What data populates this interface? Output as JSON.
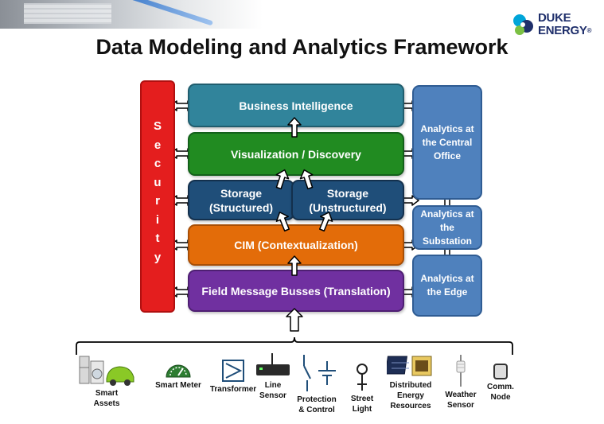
{
  "header": {
    "title": "Data Modeling and Analytics Framework",
    "logo_line1": "DUKE",
    "logo_line2": "ENERGY",
    "logo_mark": "®"
  },
  "security": {
    "letters": [
      "S",
      "e",
      "c",
      "u",
      "r",
      "i",
      "t",
      "y"
    ]
  },
  "layers": {
    "business_intelligence": "Business Intelligence",
    "visualization": "Visualization / Discovery",
    "storage_structured_l1": "Storage",
    "storage_structured_l2": "(Structured)",
    "storage_unstructured_l1": "Storage",
    "storage_unstructured_l2": "(Unstructured)",
    "cim": "CIM (Contextualization)",
    "field_message_busses": "Field Message Busses (Translation)"
  },
  "analytics": {
    "central": [
      "Analytics at",
      "the Central",
      "Office"
    ],
    "substation": [
      "Analytics at",
      "the",
      "Substation"
    ],
    "edge": [
      "Analytics at",
      "the Edge"
    ]
  },
  "devices": [
    {
      "icon": "smart-assets-icon",
      "lines": [
        "Smart",
        "Assets"
      ]
    },
    {
      "icon": "smart-meter-icon",
      "lines": [
        "Smart Meter"
      ]
    },
    {
      "icon": "transformer-icon",
      "lines": [
        "Transformer"
      ]
    },
    {
      "icon": "line-sensor-icon",
      "lines": [
        "Line",
        "Sensor"
      ]
    },
    {
      "icon": "protection-control-icon",
      "lines": [
        "Protection",
        "& Control"
      ]
    },
    {
      "icon": "street-light-icon",
      "lines": [
        "Street",
        "Light"
      ]
    },
    {
      "icon": "distributed-energy-icon",
      "lines": [
        "Distributed",
        "Energy",
        "Resources"
      ]
    },
    {
      "icon": "weather-sensor-icon",
      "lines": [
        "Weather",
        "Sensor"
      ]
    },
    {
      "icon": "comm-node-icon",
      "lines": [
        "Comm.",
        "Node"
      ]
    }
  ],
  "colors": {
    "security": "#e41e1e",
    "business_intelligence": "#31849b",
    "visualization": "#218b21",
    "storage": "#1f4e79",
    "cim": "#e36c09",
    "field_message_busses": "#7030a0",
    "analytics": "#4f81bd"
  }
}
